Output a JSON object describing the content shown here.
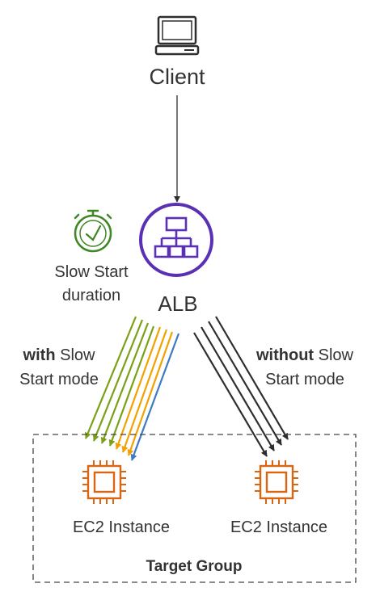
{
  "client": {
    "label": "Client",
    "icon": "desktop-computer-icon"
  },
  "alb": {
    "label": "ALB",
    "icon": "load-balancer-icon",
    "color": "#5A30B5"
  },
  "slow_start": {
    "line1": "Slow Start",
    "line2": "duration",
    "icon": "stopwatch-icon",
    "color": "#3F8624"
  },
  "with_mode": {
    "bold": "with",
    "rest": " Slow",
    "line2": "Start mode"
  },
  "without_mode": {
    "bold": "without",
    "rest": " Slow",
    "line2": "Start mode"
  },
  "target_group": {
    "label": "Target Group"
  },
  "instances": [
    {
      "label": "EC2 Instance",
      "icon": "ec2-chip-icon"
    },
    {
      "label": "EC2 Instance",
      "icon": "ec2-chip-icon"
    }
  ],
  "colors": {
    "ec2": "#D86613",
    "green": "#7AA116",
    "green_dark": "#3F8624",
    "orange": "#F2A100",
    "blue": "#3D7AC4",
    "dark_arrow": "#2E2E2E"
  }
}
